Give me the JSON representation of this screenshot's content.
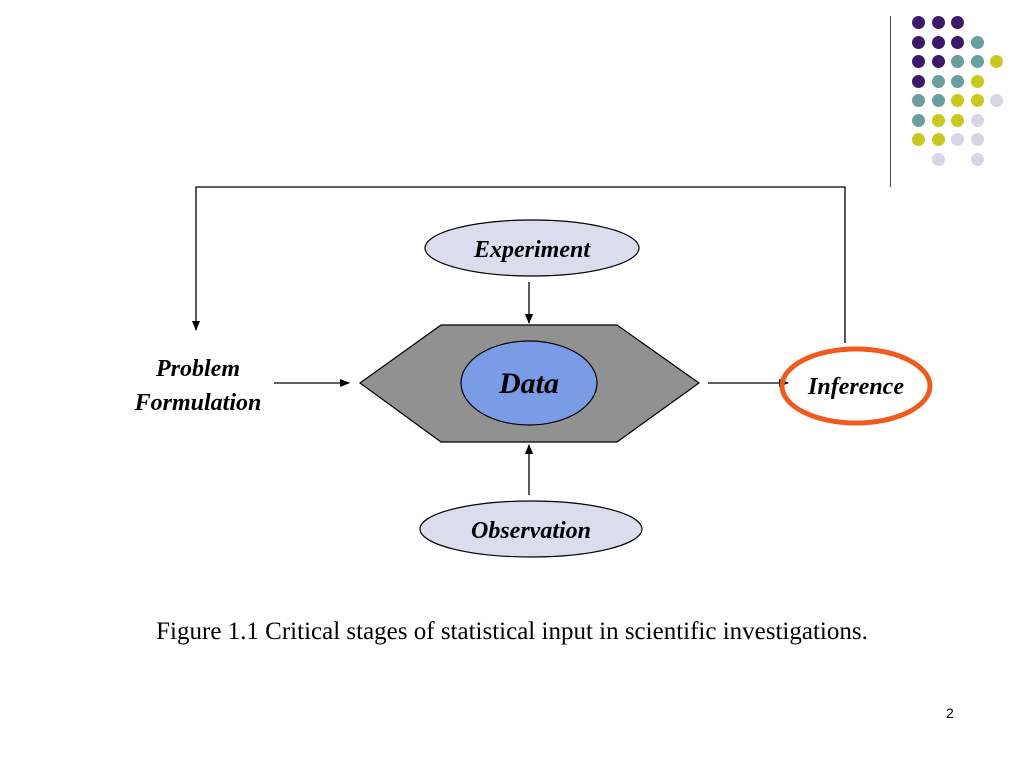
{
  "diagram": {
    "nodes": {
      "experiment": "Experiment",
      "data": "Data",
      "observation": "Observation",
      "problem_line1": "Problem",
      "problem_line2": "Formulation",
      "inference": "Inference"
    },
    "edges": [
      {
        "from": "Experiment",
        "to": "Data"
      },
      {
        "from": "Observation",
        "to": "Data"
      },
      {
        "from": "Problem Formulation",
        "to": "Data"
      },
      {
        "from": "Data",
        "to": "Inference"
      },
      {
        "from": "Inference",
        "to": "Problem Formulation"
      }
    ],
    "highlighted_node": "Inference",
    "colors": {
      "ellipse_fill": "#dcdcef",
      "data_fill": "#7a9be6",
      "hexagon_fill": "#919191",
      "highlight_ring": "#f15a1e"
    }
  },
  "caption": "Figure 1.1 Critical stages of statistical input in scientific investigations.",
  "page_number": "2",
  "decoration": {
    "palette": {
      "purple": "#3c1a6a",
      "teal": "#6b9e9e",
      "yellow": "#c9c920",
      "lavender": "#d6d6e6"
    }
  }
}
